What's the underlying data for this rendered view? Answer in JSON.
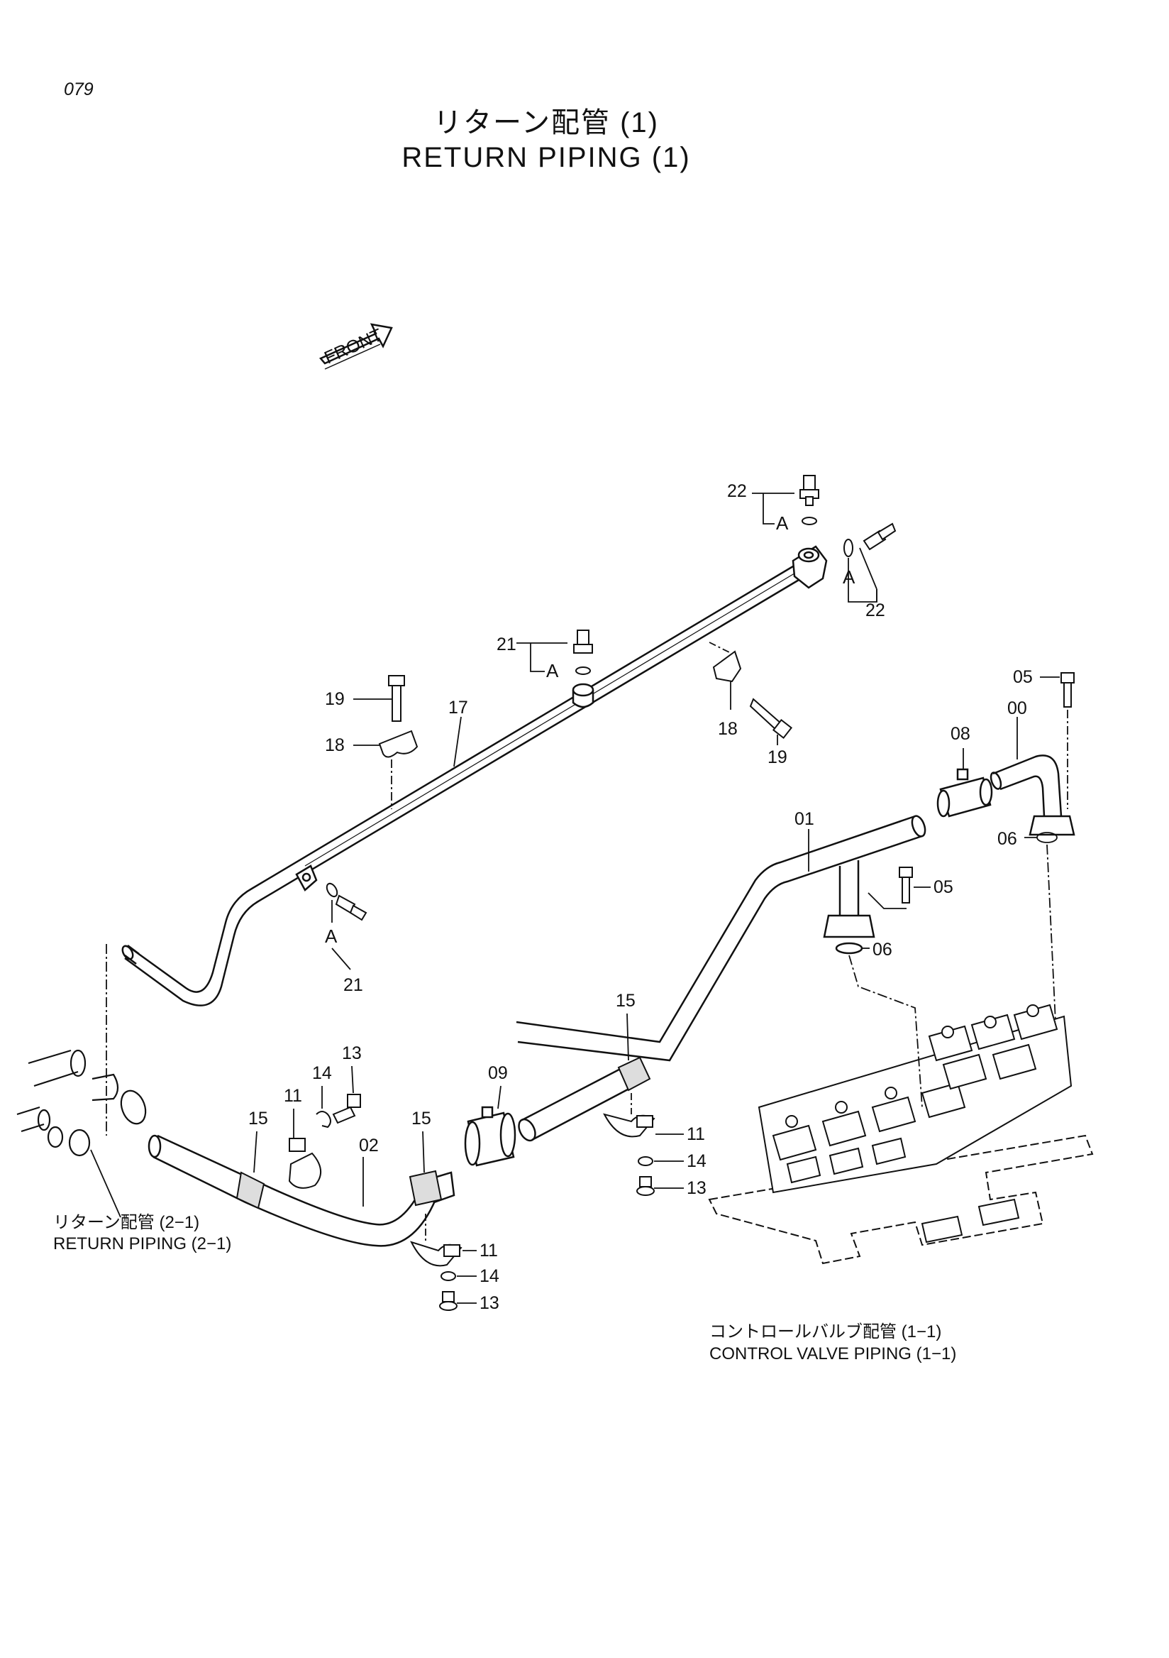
{
  "page_number": "079",
  "title_ja": "リターン配管 (1)",
  "title_en": "RETURN PIPING (1)",
  "front_label": "FRONT",
  "references": {
    "return_2_1_ja": "リターン配管 (2−1)",
    "return_2_1_en": "RETURN PIPING (2−1)",
    "control_valve_ja": "コントロールバルブ配管 (1−1)",
    "control_valve_en": "CONTROL VALVE PIPING (1−1)"
  },
  "callouts": {
    "p00": "00",
    "p01": "01",
    "p02": "02",
    "p05a": "05",
    "p05b": "05",
    "p06a": "06",
    "p06b": "06",
    "p08": "08",
    "p09": "09",
    "p11a": "11",
    "p11b": "11",
    "p11c": "11",
    "p13a": "13",
    "p13b": "13",
    "p13c": "13",
    "p14a": "14",
    "p14b": "14",
    "p14c": "14",
    "p15a": "15",
    "p15b": "15",
    "p15c": "15",
    "p17": "17",
    "p18a": "18",
    "p18b": "18",
    "p19a": "19",
    "p19b": "19",
    "p21a": "21",
    "p21b": "21",
    "p22a": "22",
    "p22b": "22",
    "detail_a": "A"
  }
}
